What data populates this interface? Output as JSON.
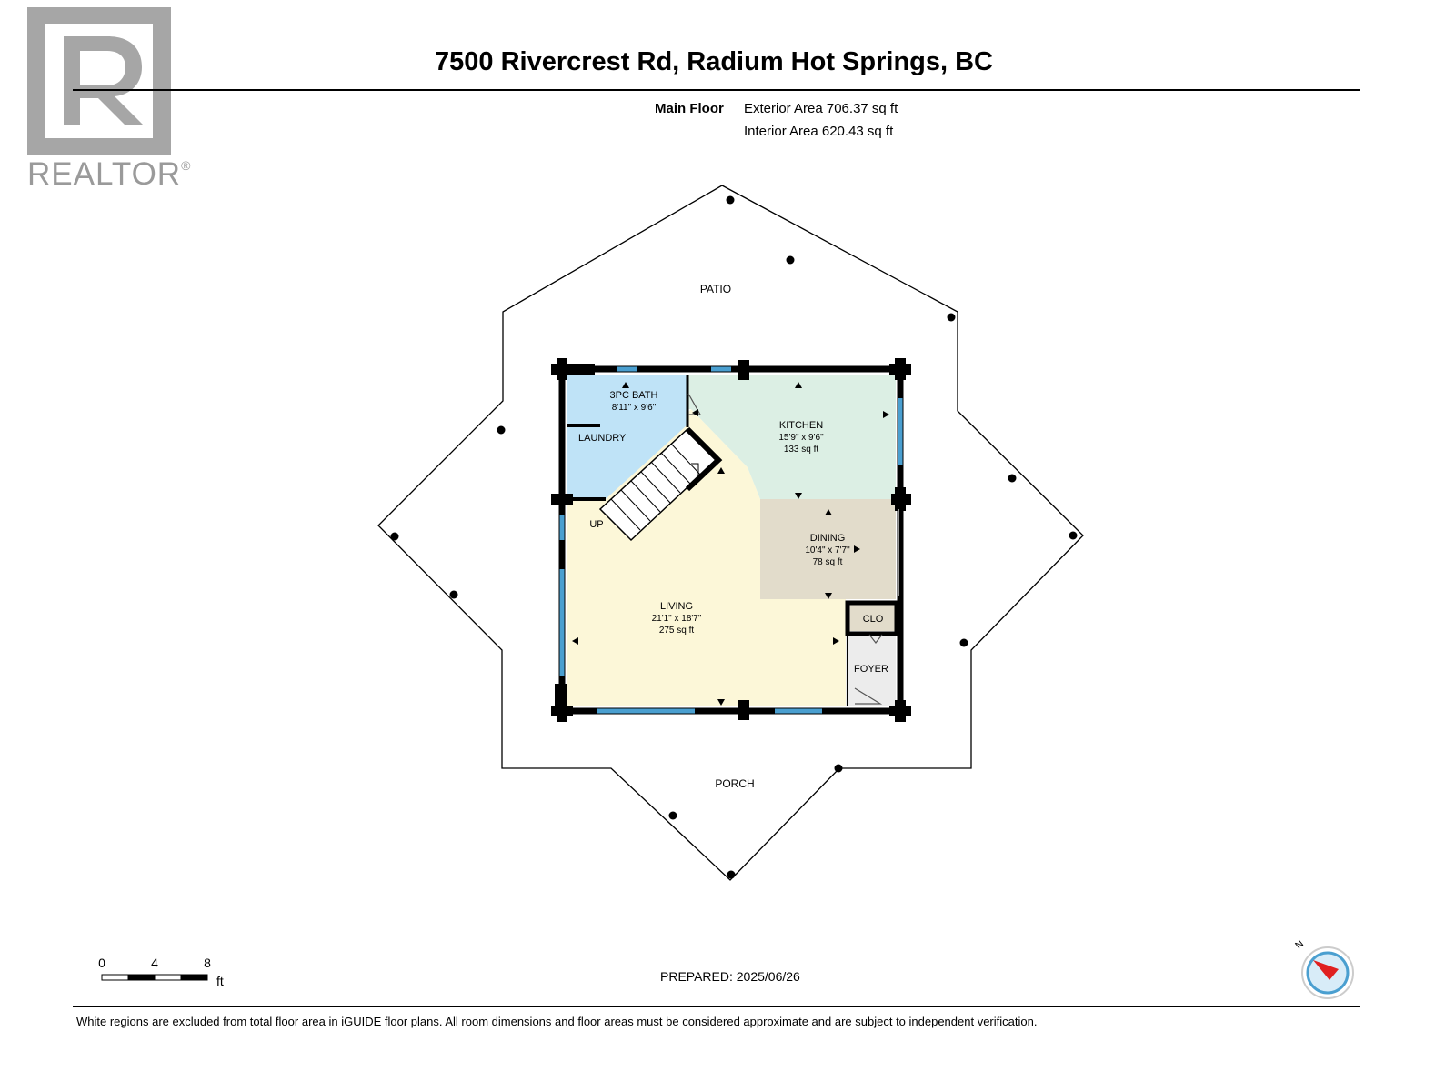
{
  "logo": {
    "wordmark": "REALTOR",
    "mark": "®"
  },
  "header": {
    "title": "7500 Rivercrest Rd, Radium Hot Springs, BC"
  },
  "summary": {
    "floor_name": "Main Floor",
    "exterior_area": "Exterior Area 706.37 sq ft",
    "interior_area": "Interior Area 620.43 sq ft"
  },
  "plan": {
    "patio": "PATIO",
    "porch": "PORCH",
    "rooms": {
      "bath": {
        "name": "3PC BATH",
        "dims": "8'11\" x 9'6\""
      },
      "laundry": {
        "name": "LAUNDRY"
      },
      "kitchen": {
        "name": "KITCHEN",
        "dims": "15'9\" x 9'6\"",
        "area": "133 sq ft"
      },
      "dining": {
        "name": "DINING",
        "dims": "10'4\" x 7'7\"",
        "area": "78 sq ft"
      },
      "living": {
        "name": "LIVING",
        "dims": "21'1\" x 18'7\"",
        "area": "275 sq ft"
      },
      "closet": {
        "name": "CLO"
      },
      "foyer": {
        "name": "FOYER"
      },
      "stairs": {
        "name": "UP"
      }
    },
    "colors": {
      "bath": "#bfe3f7",
      "kitchen": "#dcefe4",
      "dining": "#e2dccb",
      "living": "#fcf7d8",
      "foyer": "#ececec",
      "window": "#4a9fd0",
      "wall": "#000000"
    }
  },
  "scale": {
    "ticks": [
      "0",
      "4",
      "8"
    ],
    "unit": "ft"
  },
  "footer": {
    "prepared": "PREPARED: 2025/06/26",
    "disclaimer": "White regions are excluded from total floor area in iGUIDE floor plans. All room dimensions and floor areas must be considered approximate and are subject to independent verification."
  },
  "compass": {
    "label": "N",
    "needle_color": "#e02020",
    "ring_color": "#4a9fd0"
  }
}
